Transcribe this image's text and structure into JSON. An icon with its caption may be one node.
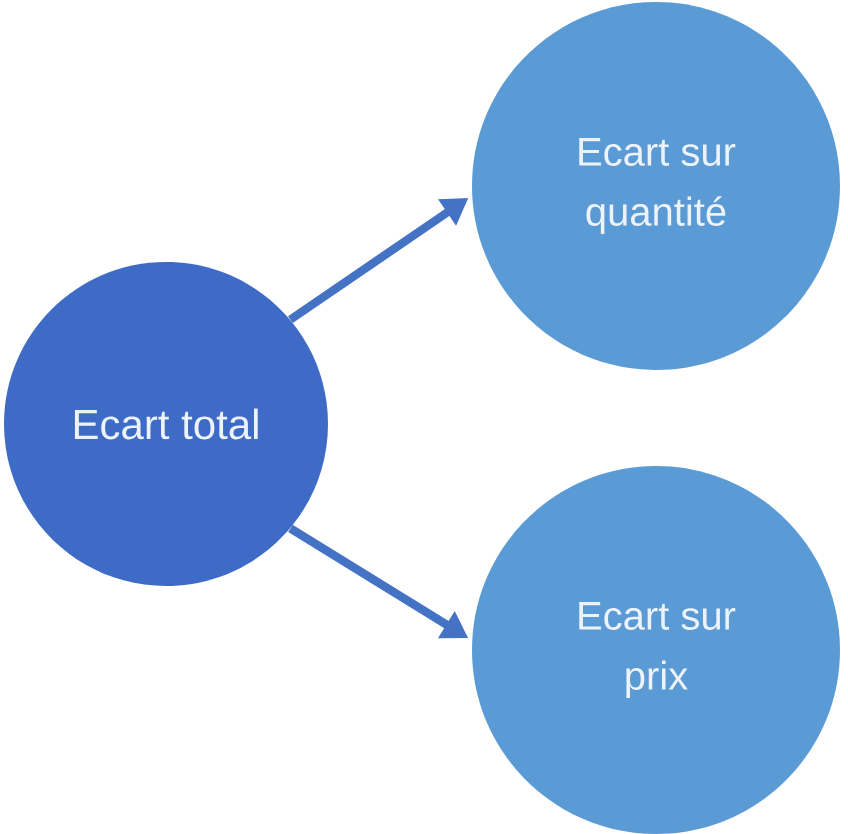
{
  "diagram": {
    "nodes": [
      {
        "text": [
          "Ecart total"
        ]
      },
      {
        "text": [
          "Ecart sur quantité"
        ]
      },
      {
        "text": [
          "Ecart sur prix"
        ]
      }
    ],
    "edges": [
      {
        "from": 0,
        "to": 1,
        "arrow": "to"
      },
      {
        "from": 0,
        "to": 2,
        "arrow": "to"
      }
    ]
  }
}
